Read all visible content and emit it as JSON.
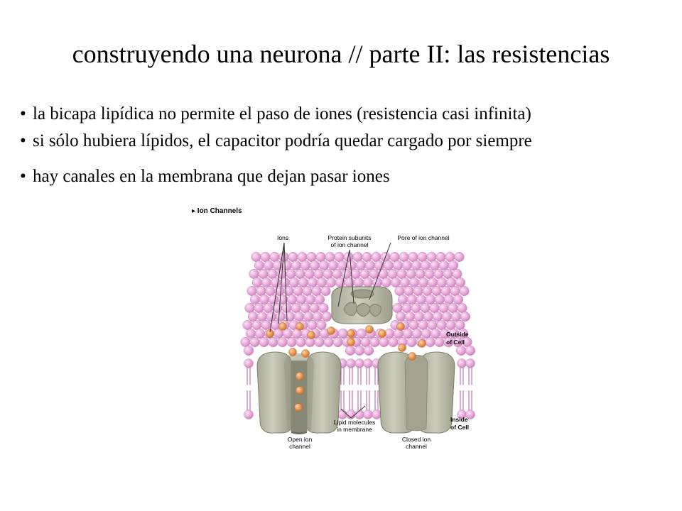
{
  "title": "construyendo una neurona // parte II: las resistencias",
  "bullets": [
    "la bicapa lipídica no permite el paso de iones (resistencia casi infinita)",
    "si sólo hubiera lípidos, el capacitor podría quedar cargado por siempre",
    "hay canales en la membrana que dejan pasar iones"
  ],
  "bullet_glyph": "•",
  "figure": {
    "heading": "▸ Ion Channels",
    "labels": {
      "ions": "Ions",
      "protein_subunits_line1": "Protein subunits",
      "protein_subunits_line2": "of ion channel",
      "pore_line1": "Pore of ion channel",
      "outside_line1": "Outside",
      "outside_line2": "of Cell",
      "inside_line1": "Inside",
      "inside_line2": "of Cell",
      "lipid_line1": "Lipid molecules",
      "lipid_line2": "in membrane",
      "open_line1": "Open ion",
      "open_line2": "channel",
      "closed_line1": "Closed ion",
      "closed_line2": "channel"
    },
    "colors": {
      "lipid_head": "#e7a7d9",
      "lipid_tail": "#c071b0",
      "protein": "#bcbcaa",
      "protein_dark": "#8f8f7e",
      "ion": "#e8944e"
    }
  }
}
